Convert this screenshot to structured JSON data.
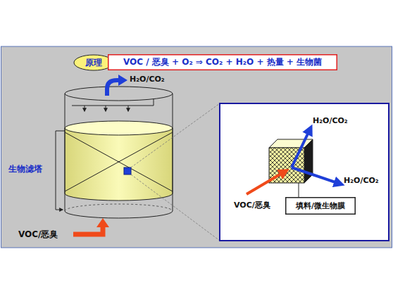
{
  "diagram": {
    "nodes": [
      {
        "text": [
          "原理"
        ]
      },
      {
        "text": [
          "VOC / 恶臭 + O₂ ⇒ CO₂ + H₂O + 热量 + 生物菌"
        ]
      },
      {
        "text": [
          "填料/微生物膜"
        ]
      }
    ],
    "labels": [
      "H₂O/CO₂",
      "生物滤塔",
      "VOC/恶臭",
      "H₂O/CO₂",
      "H₂O/CO₂",
      "VOC/恶臭"
    ]
  }
}
